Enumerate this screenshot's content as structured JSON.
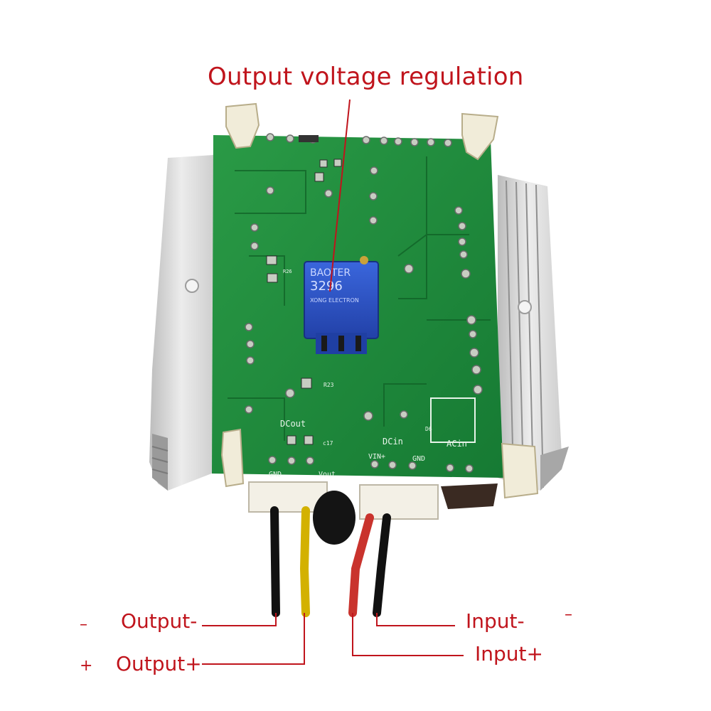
{
  "annotations": {
    "title": "Output voltage regulation",
    "output_minus": "Output-",
    "output_plus": "Output+",
    "input_minus": "Input-",
    "input_plus": "Input+",
    "sign_output_minus": "–",
    "sign_output_plus": "+",
    "sign_input_minus": "–"
  },
  "board_silkscreen": {
    "potentiometer_brand": "BAOTER",
    "potentiometer_model": "3296",
    "potentiometer_sub": "XONG ELECTRON",
    "dcout": "DCout",
    "dcin": "DCin",
    "acin": "ACin",
    "r23": "R23",
    "c17": "c17",
    "d6": "D6",
    "vout": "Vout",
    "gnd_left": "GND",
    "gnd_right": "GND",
    "vin": "VIN+",
    "r26": "R26"
  },
  "colors": {
    "annotation_red": "#c0141c",
    "pcb_green": "#1f8a3c",
    "heatsink": "#d9d9d9",
    "potentiometer_blue": "#2b52c8"
  }
}
